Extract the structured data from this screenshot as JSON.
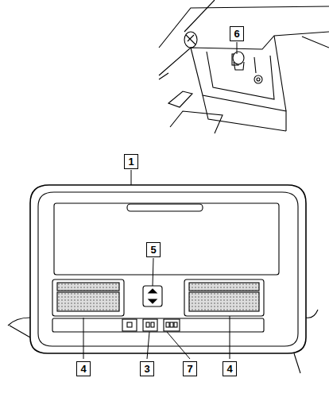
{
  "diagram": {
    "labels": [
      "6",
      "1",
      "5",
      "4",
      "3",
      "7",
      "4"
    ]
  }
}
